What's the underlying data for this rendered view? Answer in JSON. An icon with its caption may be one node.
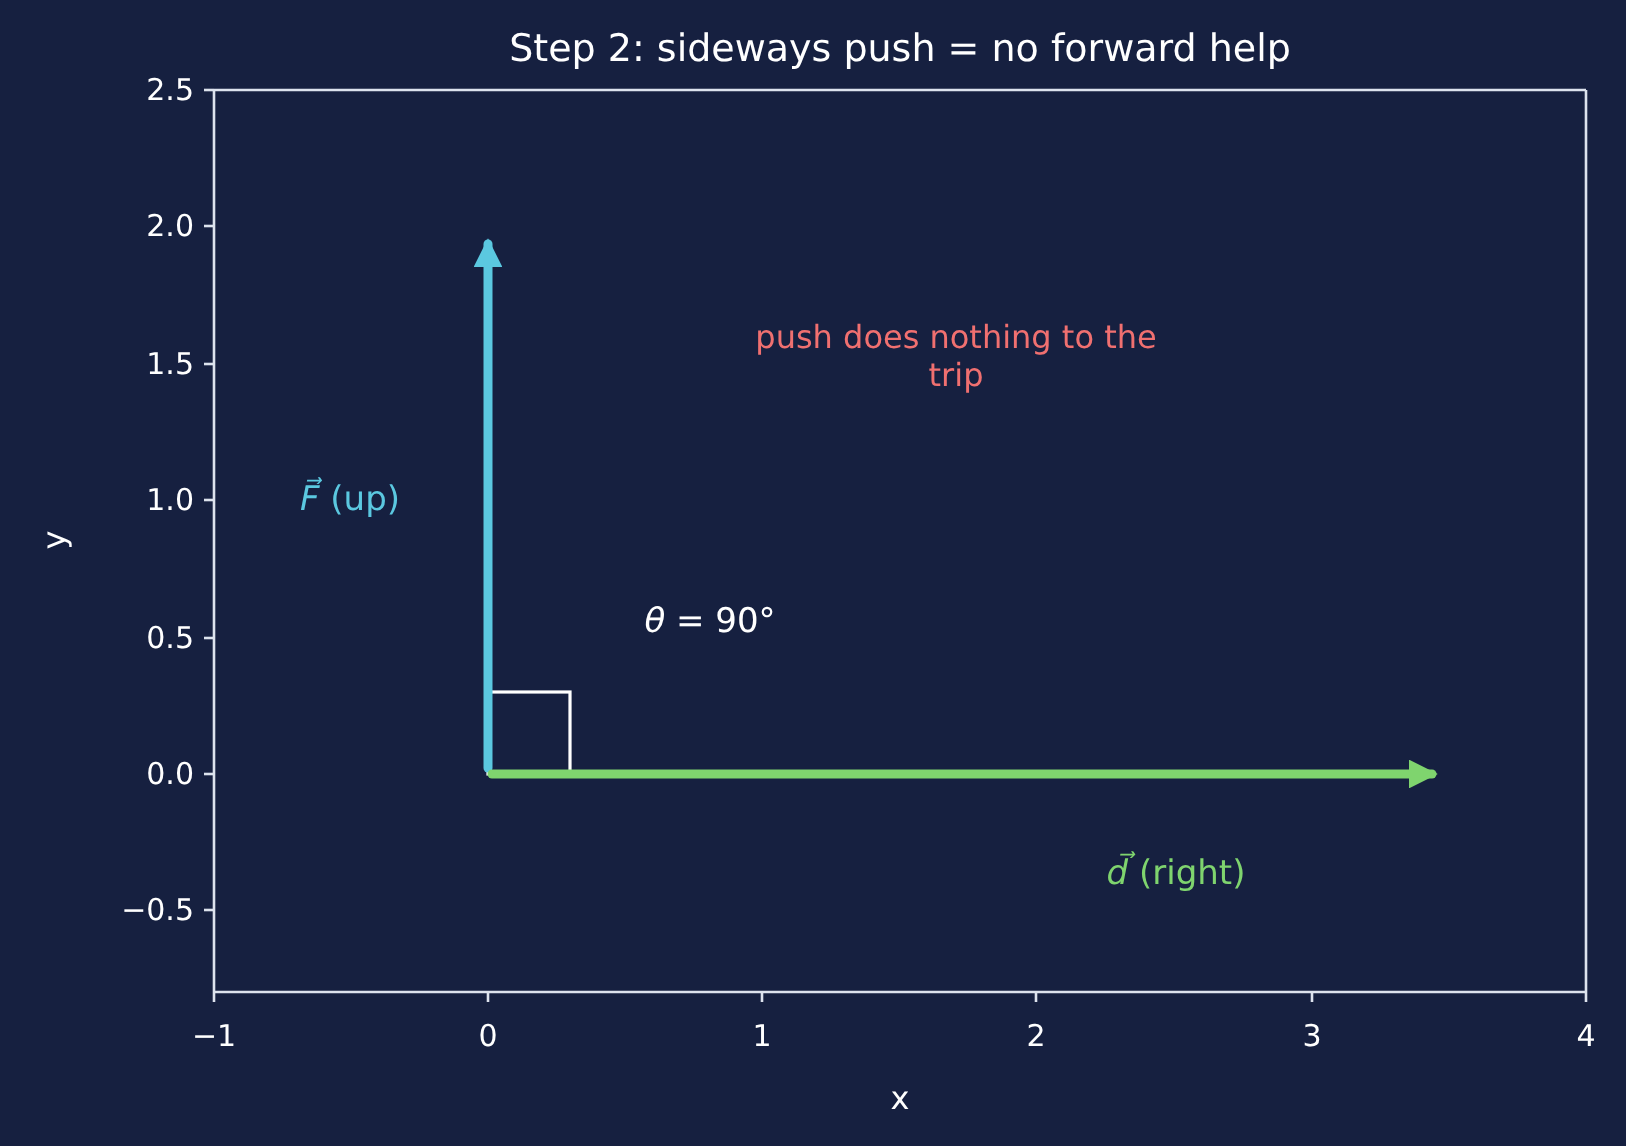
{
  "diagram": {
    "title": "Step 2: sideways push = no forward help",
    "labels": [
      "2.5",
      "2.0",
      "push does nothing to the trip",
      "1.5",
      "*F⃗* (up)",
      "1.0",
      "y",
      "*θ* = 90°",
      "0.5",
      "0.0",
      "*d⃗* (right)",
      "−0.5",
      "−1",
      "0",
      "1",
      "2",
      "3",
      "4",
      "x"
    ]
  }
}
